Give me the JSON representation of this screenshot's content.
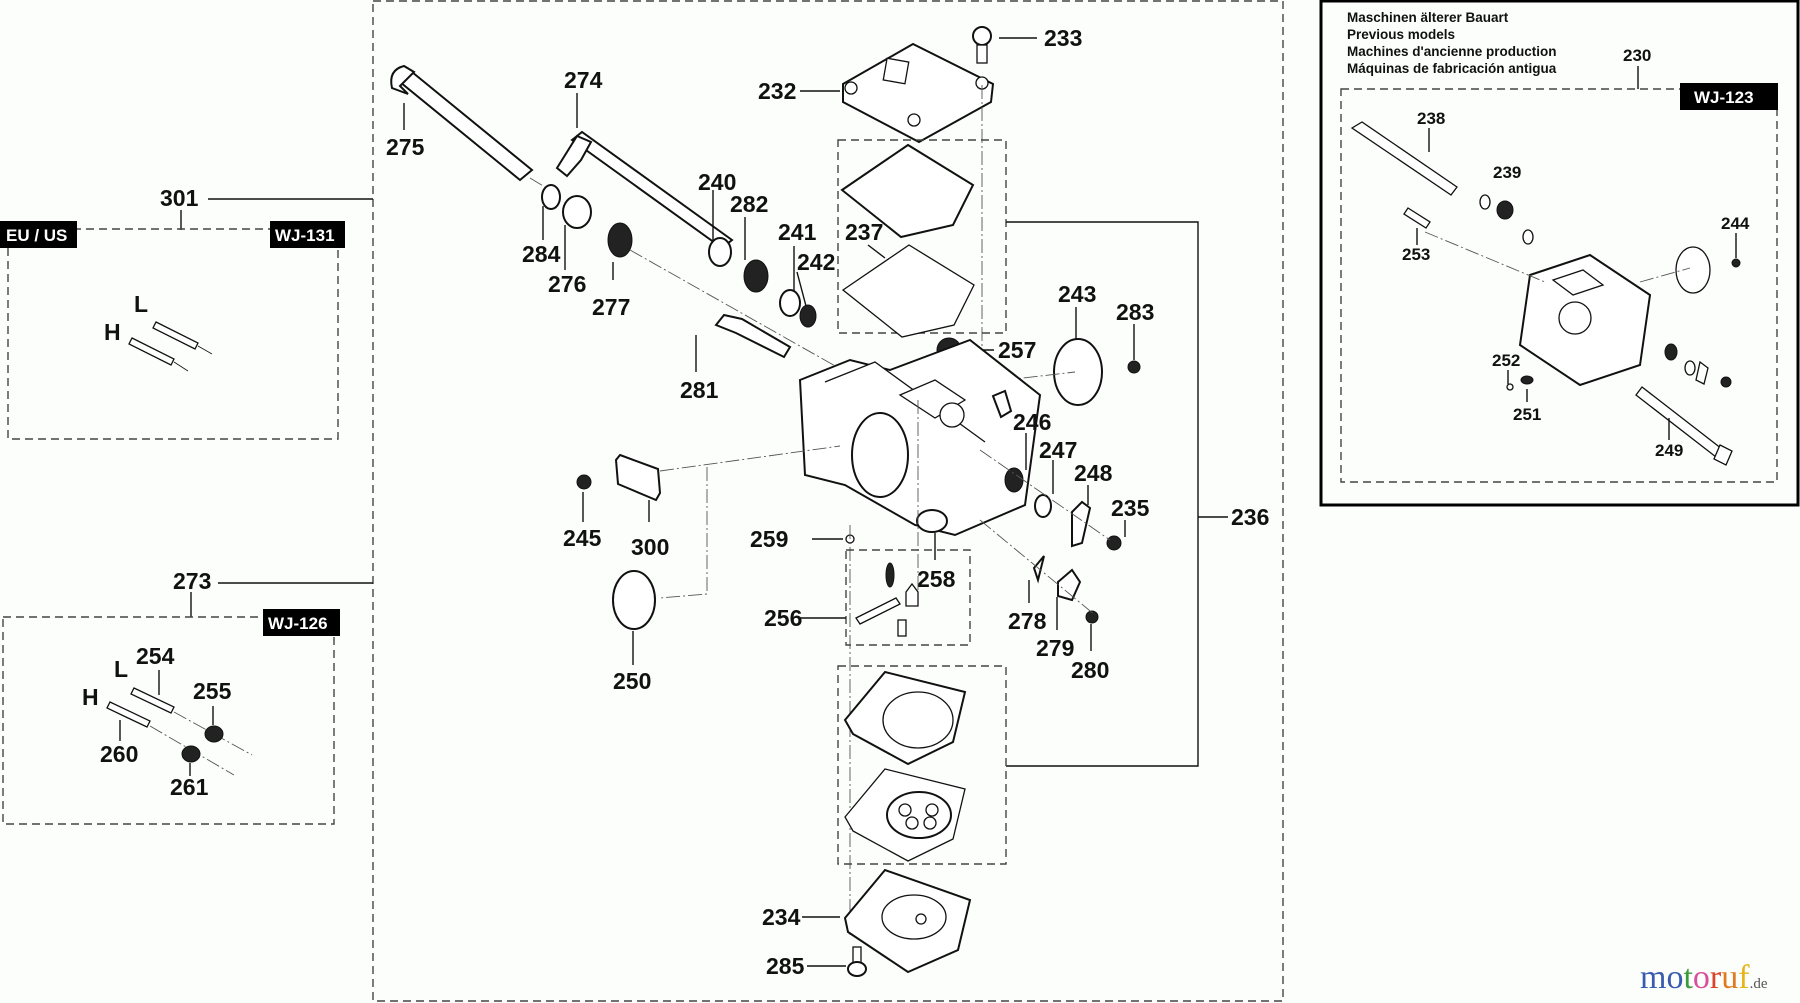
{
  "diagram": {
    "title": "Carburetor exploded parts diagram",
    "groups": {
      "main": {
        "bracket_label": "236"
      },
      "jets_eu_us": {
        "ref": "301",
        "badge_left": "EU / US",
        "badge_right": "WJ-131",
        "jet_labels": [
          "L",
          "H"
        ]
      },
      "jets_wj126": {
        "ref": "273",
        "badge": "WJ-126",
        "jet_labels": [
          "L",
          "H"
        ],
        "parts": [
          "254",
          "255",
          "260",
          "261"
        ]
      },
      "previous_models": {
        "notes": [
          "Maschinen älterer Bauart",
          "Previous models",
          "Machines d'ancienne production",
          "Máquinas de fabricación antigua"
        ],
        "ref": "230",
        "badge": "WJ-123",
        "parts": [
          "238",
          "239",
          "253",
          "244",
          "252",
          "251",
          "249"
        ]
      }
    },
    "part_labels": {
      "p233": "233",
      "p232": "232",
      "p274": "274",
      "p275": "275",
      "p240": "240",
      "p282": "282",
      "p241": "241",
      "p242": "242",
      "p237": "237",
      "p284": "284",
      "p276": "276",
      "p277": "277",
      "p243": "243",
      "p283": "283",
      "p257": "257",
      "p281": "281",
      "p246": "246",
      "p247": "247",
      "p248": "248",
      "p235": "235",
      "p236": "236",
      "p245": "245",
      "p300": "300",
      "p259": "259",
      "p258": "258",
      "p256": "256",
      "p278": "278",
      "p279": "279",
      "p280": "280",
      "p250": "250",
      "p234": "234",
      "p285": "285",
      "p301": "301",
      "p273": "273",
      "p254": "254",
      "p255": "255",
      "p260": "260",
      "p261": "261",
      "p230": "230",
      "p238": "238",
      "p239": "239",
      "p253": "253",
      "p244": "244",
      "p252": "252",
      "p251": "251",
      "p249": "249",
      "L1": "L",
      "H1": "H",
      "L2": "L",
      "H2": "H"
    }
  },
  "watermark": {
    "letters": [
      "m",
      "o",
      "t",
      "o",
      "r",
      "u",
      "f"
    ],
    "letter_colors": [
      "#3a5cb0",
      "#3a5cb0",
      "#3b9a3b",
      "#d84f9a",
      "#d9442b",
      "#e07a1e",
      "#e8b41a"
    ],
    "suffix": ".de"
  }
}
